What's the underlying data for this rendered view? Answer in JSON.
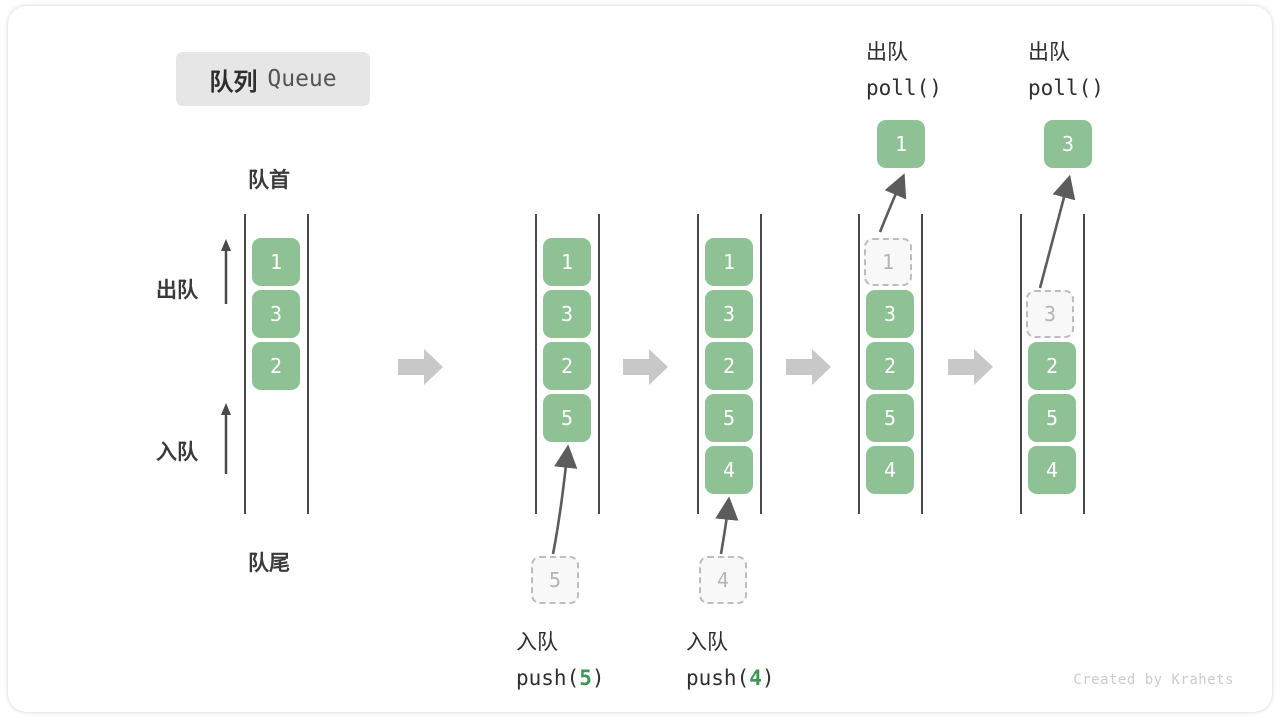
{
  "title": {
    "cn": "队列",
    "en": "Queue"
  },
  "labels": {
    "head": "队首",
    "tail": "队尾",
    "dequeue": "出队",
    "enqueue": "入队"
  },
  "credit": "Created by Krahets",
  "colors": {
    "cell_fill": "#8ec194",
    "cell_text": "#ffffff",
    "ghost_fill": "#f8f8f8",
    "ghost_border": "#bdbdbd",
    "ghost_text": "#b4b4b4",
    "rail": "#4a4a4a",
    "step_arrow": "#c8c8c8",
    "accent_green": "#3f9552",
    "title_chip_bg": "#e6e6e6"
  },
  "columns": [
    {
      "id": "initial",
      "cells": [
        {
          "value": "1",
          "state": "filled"
        },
        {
          "value": "3",
          "state": "filled"
        },
        {
          "value": "2",
          "state": "filled"
        }
      ],
      "head_label": "队首",
      "tail_label": "队尾",
      "side_ops": [
        {
          "label": "出队"
        },
        {
          "label": "入队"
        }
      ]
    },
    {
      "id": "after-push-5",
      "cells": [
        {
          "value": "1",
          "state": "filled"
        },
        {
          "value": "3",
          "state": "filled"
        },
        {
          "value": "2",
          "state": "filled"
        },
        {
          "value": "5",
          "state": "filled"
        }
      ],
      "incoming": {
        "value": "5",
        "state": "ghost"
      },
      "op_cn": "入队",
      "op_call_prefix": "push(",
      "op_call_arg": "5",
      "op_call_suffix": ")"
    },
    {
      "id": "after-push-4",
      "cells": [
        {
          "value": "1",
          "state": "filled"
        },
        {
          "value": "3",
          "state": "filled"
        },
        {
          "value": "2",
          "state": "filled"
        },
        {
          "value": "5",
          "state": "filled"
        },
        {
          "value": "4",
          "state": "filled"
        }
      ],
      "incoming": {
        "value": "4",
        "state": "ghost"
      },
      "op_cn": "入队",
      "op_call_prefix": "push(",
      "op_call_arg": "4",
      "op_call_suffix": ")"
    },
    {
      "id": "after-poll-1",
      "cells": [
        {
          "value": "1",
          "state": "ghost"
        },
        {
          "value": "3",
          "state": "filled"
        },
        {
          "value": "2",
          "state": "filled"
        },
        {
          "value": "5",
          "state": "filled"
        },
        {
          "value": "4",
          "state": "filled"
        }
      ],
      "outgoing": {
        "value": "1",
        "state": "filled"
      },
      "op_cn": "出队",
      "op_call_prefix": "poll(",
      "op_call_arg": "",
      "op_call_suffix": ")"
    },
    {
      "id": "after-poll-3",
      "cells": [
        {
          "value": "",
          "state": "empty"
        },
        {
          "value": "3",
          "state": "ghost"
        },
        {
          "value": "2",
          "state": "filled"
        },
        {
          "value": "5",
          "state": "filled"
        },
        {
          "value": "4",
          "state": "filled"
        }
      ],
      "outgoing": {
        "value": "3",
        "state": "filled"
      },
      "op_cn": "出队",
      "op_call_prefix": "poll(",
      "op_call_arg": "",
      "op_call_suffix": ")"
    }
  ],
  "step_arrows": 4
}
